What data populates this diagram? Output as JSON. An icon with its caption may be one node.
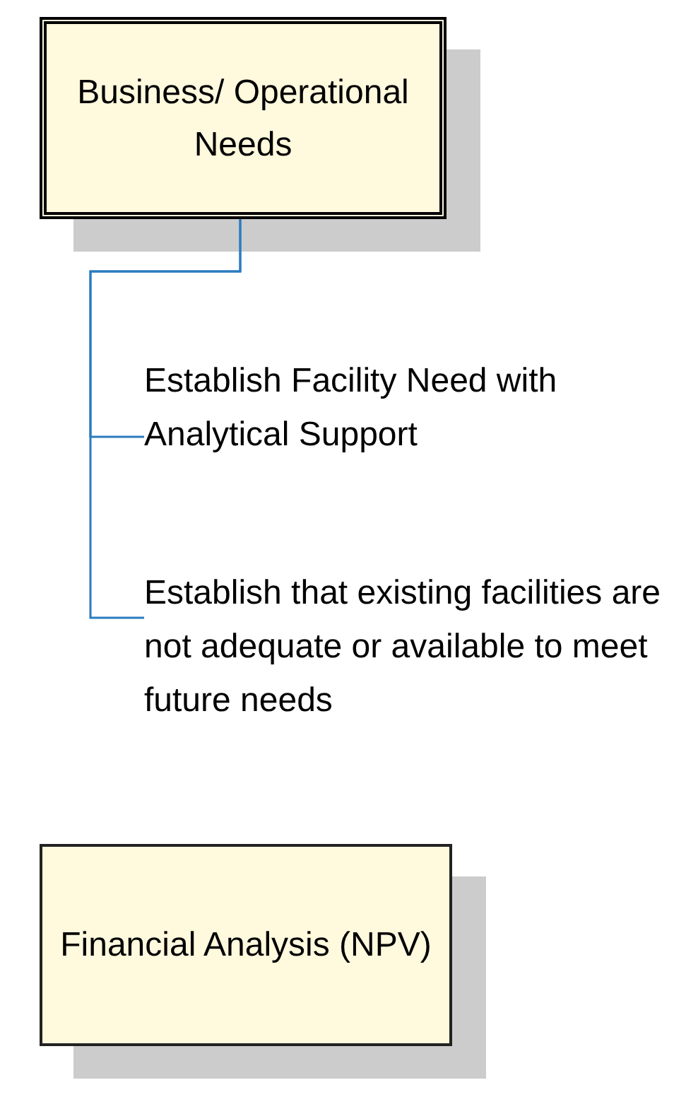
{
  "diagram": {
    "nodes": [
      {
        "text": [
          "Business/ Operational Needs"
        ]
      },
      {
        "text": [
          "Establish Facility Need with Analytical Support"
        ]
      },
      {
        "text": [
          "Establish that existing facilities are not adequate or available to meet future needs"
        ]
      },
      {
        "text": [
          "Financial Analysis (NPV)"
        ]
      }
    ],
    "edges": [
      {
        "from": 0,
        "to": 1,
        "arrow": "none",
        "color": "#2a7bc0"
      },
      {
        "from": 0,
        "to": 2,
        "arrow": "none",
        "color": "#2a7bc0"
      }
    ]
  }
}
